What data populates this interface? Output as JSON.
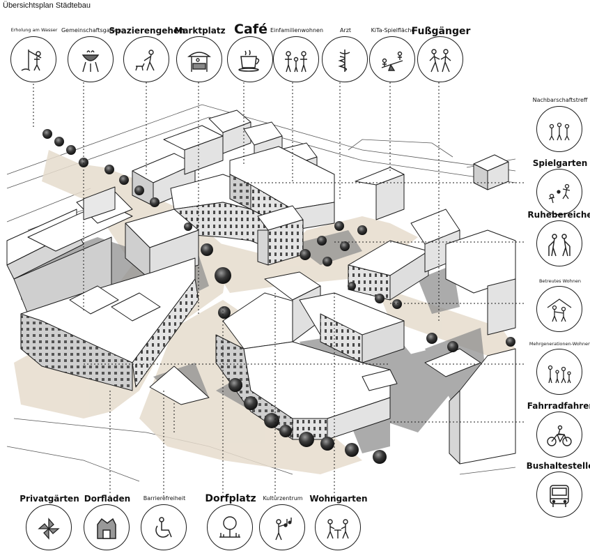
{
  "header": {
    "title": "Übersichtsplan Städtebau"
  },
  "top_labels": [
    {
      "key": "erholung",
      "label": "Erholung am Wasser",
      "size": "tiny",
      "icon": "fishing-icon"
    },
    {
      "key": "gemeinschaftsgarten",
      "label": "Gemeinschaftsgarten",
      "size": "small",
      "icon": "barbecue-icon"
    },
    {
      "key": "spazierengehen",
      "label": "Spazierengehen",
      "size": "normal",
      "icon": "walking-dog-icon"
    },
    {
      "key": "marktplatz",
      "label": "Marktplatz",
      "size": "normal",
      "icon": "market-stand-icon"
    },
    {
      "key": "cafe",
      "label": "Café",
      "size": "large",
      "icon": "coffee-cup-icon"
    },
    {
      "key": "einfamilienwohnen",
      "label": "Einfamilienwohnen",
      "size": "small",
      "icon": "family-icon"
    },
    {
      "key": "arzt",
      "label": "Arzt",
      "size": "small",
      "icon": "caduceus-icon"
    },
    {
      "key": "kita",
      "label": "KiTa-Spielfläche",
      "size": "small",
      "icon": "seesaw-icon"
    },
    {
      "key": "fussgaenger",
      "label": "Fußgänger",
      "size": "normal",
      "icon": "pedestrians-icon"
    }
  ],
  "right_labels": [
    {
      "key": "nachbarschaftstreff",
      "label": "Nachbarschaftstreff",
      "size": "small",
      "icon": "neighbours-icon"
    },
    {
      "key": "spielgarten",
      "label": "Spielgarten",
      "size": "normal",
      "icon": "playing-children-icon"
    },
    {
      "key": "ruhebereiche",
      "label": "Ruhebereiche",
      "size": "normal",
      "icon": "elderly-couple-icon"
    },
    {
      "key": "betreutes",
      "label": "Betreutes Wohnen",
      "size": "tiny",
      "icon": "assisted-living-icon"
    },
    {
      "key": "mehrgenerationen",
      "label": "Mehrgenerationen-Wohnen",
      "size": "tiny",
      "icon": "generations-icon"
    },
    {
      "key": "fahrradfahrer",
      "label": "Fahrradfahrer",
      "size": "normal",
      "icon": "bicycle-icon"
    },
    {
      "key": "bushaltestelle",
      "label": "Bushaltestelle",
      "size": "normal",
      "icon": "bus-icon"
    }
  ],
  "bottom_labels": [
    {
      "key": "privatgaerten",
      "label": "Privatgärten",
      "size": "normal",
      "icon": "pinwheel-icon"
    },
    {
      "key": "dorfladen",
      "label": "Dorfladen",
      "size": "normal",
      "icon": "shop-icon"
    },
    {
      "key": "barrierefreiheit",
      "label": "Barrierefreiheit",
      "size": "small",
      "icon": "wheelchair-icon"
    },
    {
      "key": "dorfplatz",
      "label": "Dorfplatz",
      "size": "normal",
      "icon": "village-square-icon"
    },
    {
      "key": "kulturzentrum",
      "label": "Kulturzentrum",
      "size": "small",
      "icon": "musician-icon"
    },
    {
      "key": "wohngarten",
      "label": "Wohngarten",
      "size": "normal",
      "icon": "garden-table-icon"
    }
  ],
  "colors": {
    "line": "#1a1a1a",
    "building_top": "#ffffff",
    "building_side": "#d6d6d6",
    "shadow": "#8f8f8f",
    "plaza": "#e6dccd",
    "tree": "#2b2b2b"
  }
}
